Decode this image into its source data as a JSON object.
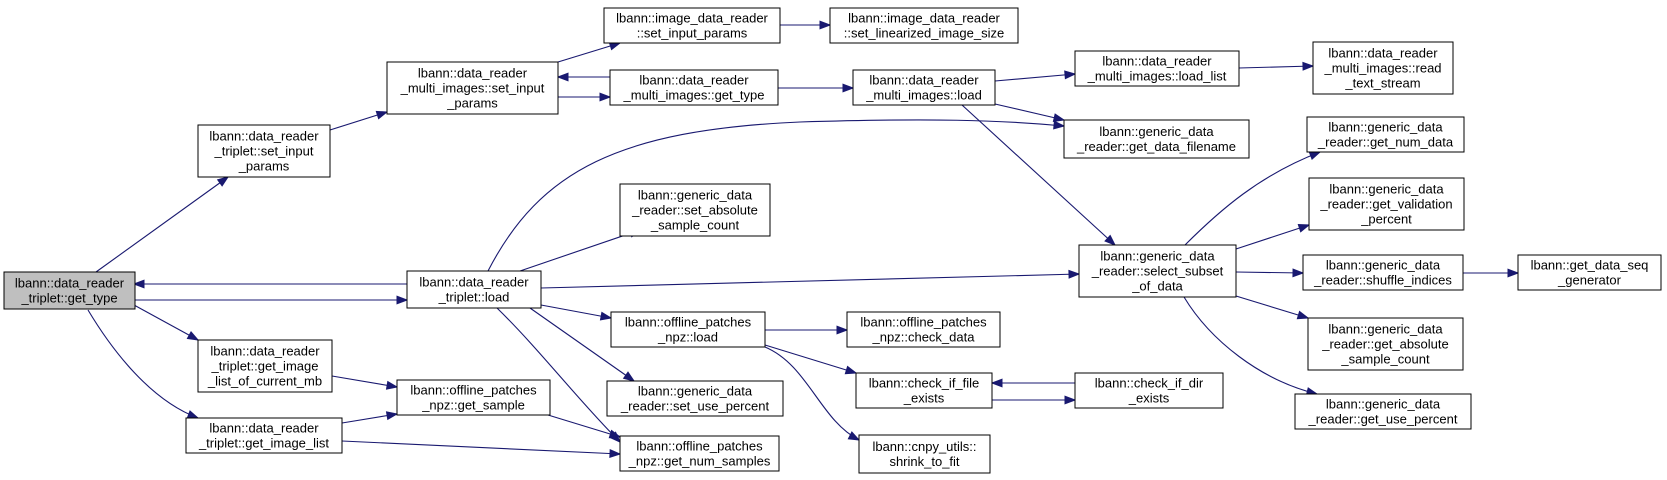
{
  "colors": {
    "node_fill": "#ffffff",
    "node_highlight_fill": "#bfbfbf",
    "node_border": "#000000",
    "edge": "#191970"
  },
  "nodes": {
    "get_type": {
      "lines": [
        "lbann::data_reader",
        "_triplet::get_type"
      ]
    },
    "triplet_set_input": {
      "lines": [
        "lbann::data_reader",
        "_triplet::set_input",
        "_params"
      ]
    },
    "multi_set_input": {
      "lines": [
        "lbann::data_reader",
        "_multi_images::set_input",
        "_params"
      ]
    },
    "image_set_input": {
      "lines": [
        "lbann::image_data_reader",
        "::set_input_params"
      ]
    },
    "image_set_linearized": {
      "lines": [
        "lbann::image_data_reader",
        "::set_linearized_image_size"
      ]
    },
    "multi_get_type": {
      "lines": [
        "lbann::data_reader",
        "_multi_images::get_type"
      ]
    },
    "multi_load": {
      "lines": [
        "lbann::data_reader",
        "_multi_images::load"
      ]
    },
    "multi_load_list": {
      "lines": [
        "lbann::data_reader",
        "_multi_images::load_list"
      ]
    },
    "multi_read_text": {
      "lines": [
        "lbann::data_reader",
        "_multi_images::read",
        "_text_stream"
      ]
    },
    "get_data_filename": {
      "lines": [
        "lbann::generic_data",
        "_reader::get_data_filename"
      ]
    },
    "get_num_data": {
      "lines": [
        "lbann::generic_data",
        "_reader::get_num_data"
      ]
    },
    "get_validation": {
      "lines": [
        "lbann::generic_data",
        "_reader::get_validation",
        "_percent"
      ]
    },
    "set_absolute": {
      "lines": [
        "lbann::generic_data",
        "_reader::set_absolute",
        "_sample_count"
      ]
    },
    "triplet_load": {
      "lines": [
        "lbann::data_reader",
        "_triplet::load"
      ]
    },
    "select_subset": {
      "lines": [
        "lbann::generic_data",
        "_reader::select_subset",
        "_of_data"
      ]
    },
    "shuffle_indices": {
      "lines": [
        "lbann::generic_data",
        "_reader::shuffle_indices"
      ]
    },
    "get_data_seq": {
      "lines": [
        "lbann::get_data_seq",
        "_generator"
      ]
    },
    "offline_load": {
      "lines": [
        "lbann::offline_patches",
        "_npz::load"
      ]
    },
    "check_data": {
      "lines": [
        "lbann::offline_patches",
        "_npz::check_data"
      ]
    },
    "get_absolute": {
      "lines": [
        "lbann::generic_data",
        "_reader::get_absolute",
        "_sample_count"
      ]
    },
    "get_image_list_mb": {
      "lines": [
        "lbann::data_reader",
        "_triplet::get_image",
        "_list_of_current_mb"
      ]
    },
    "get_sample": {
      "lines": [
        "lbann::offline_patches",
        "_npz::get_sample"
      ]
    },
    "set_use_percent": {
      "lines": [
        "lbann::generic_data",
        "_reader::set_use_percent"
      ]
    },
    "check_if_file": {
      "lines": [
        "lbann::check_if_file",
        "_exists"
      ]
    },
    "check_if_dir": {
      "lines": [
        "lbann::check_if_dir",
        "_exists"
      ]
    },
    "get_use_percent": {
      "lines": [
        "lbann::generic_data",
        "_reader::get_use_percent"
      ]
    },
    "get_image_list": {
      "lines": [
        "lbann::data_reader",
        "_triplet::get_image_list"
      ]
    },
    "get_num_samples": {
      "lines": [
        "lbann::offline_patches",
        "_npz::get_num_samples"
      ]
    },
    "shrink_to_fit": {
      "lines": [
        "lbann::cnpy_utils::",
        "shrink_to_fit"
      ]
    }
  },
  "edges": [
    [
      "get_type",
      "triplet_set_input"
    ],
    [
      "get_type",
      "triplet_load"
    ],
    [
      "get_type",
      "get_image_list_mb"
    ],
    [
      "get_type",
      "get_image_list"
    ],
    [
      "triplet_set_input",
      "multi_set_input"
    ],
    [
      "multi_set_input",
      "image_set_input"
    ],
    [
      "multi_set_input",
      "multi_get_type"
    ],
    [
      "multi_get_type",
      "multi_set_input"
    ],
    [
      "image_set_input",
      "image_set_linearized"
    ],
    [
      "multi_get_type",
      "multi_load"
    ],
    [
      "multi_load",
      "multi_load_list"
    ],
    [
      "multi_load",
      "get_data_filename"
    ],
    [
      "multi_load",
      "select_subset"
    ],
    [
      "multi_load_list",
      "multi_read_text"
    ],
    [
      "triplet_load",
      "get_type"
    ],
    [
      "triplet_load",
      "get_data_filename"
    ],
    [
      "triplet_load",
      "set_absolute"
    ],
    [
      "triplet_load",
      "select_subset"
    ],
    [
      "triplet_load",
      "offline_load"
    ],
    [
      "triplet_load",
      "set_use_percent"
    ],
    [
      "triplet_load",
      "get_num_samples"
    ],
    [
      "select_subset",
      "get_num_data"
    ],
    [
      "select_subset",
      "get_validation"
    ],
    [
      "select_subset",
      "shuffle_indices"
    ],
    [
      "select_subset",
      "get_absolute"
    ],
    [
      "select_subset",
      "get_use_percent"
    ],
    [
      "shuffle_indices",
      "get_data_seq"
    ],
    [
      "offline_load",
      "check_data"
    ],
    [
      "offline_load",
      "check_if_file"
    ],
    [
      "offline_load",
      "shrink_to_fit"
    ],
    [
      "check_if_file",
      "check_if_dir"
    ],
    [
      "check_if_dir",
      "check_if_file"
    ],
    [
      "get_image_list_mb",
      "get_sample"
    ],
    [
      "get_image_list",
      "get_sample"
    ],
    [
      "get_image_list",
      "get_num_samples"
    ],
    [
      "get_sample",
      "get_num_samples"
    ]
  ]
}
